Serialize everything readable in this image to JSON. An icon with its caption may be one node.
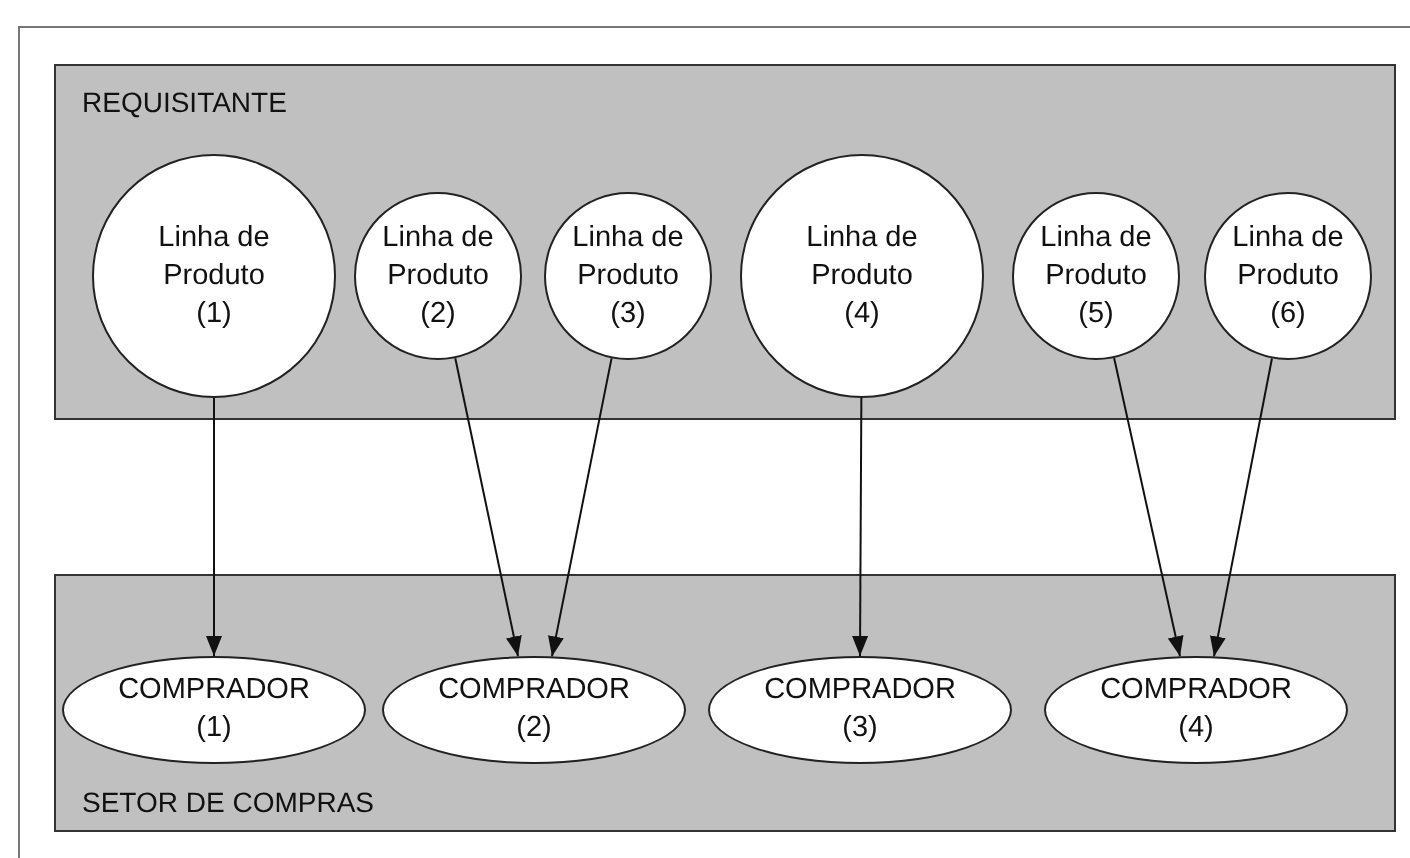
{
  "diagram": {
    "nodes": [
      {
        "text": [
          "REQUISITANTE"
        ]
      },
      {
        "text": [
          "Linha de Produto (1)"
        ],
        "in": 0
      },
      {
        "text": [
          "Linha de Produto (2)"
        ],
        "in": 0
      },
      {
        "text": [
          "Linha de Produto (3)"
        ],
        "in": 0
      },
      {
        "text": [
          "Linha de Produto (4)"
        ],
        "in": 0
      },
      {
        "text": [
          "Linha de Produto (5)"
        ],
        "in": 0
      },
      {
        "text": [
          "Linha de Produto (6)"
        ],
        "in": 0
      },
      {
        "text": [
          "SETOR DE COMPRAS"
        ]
      },
      {
        "text": [
          "COMPRADOR (1)"
        ],
        "in": 7
      },
      {
        "text": [
          "COMPRADOR (2)"
        ],
        "in": 7
      },
      {
        "text": [
          "COMPRADOR (3)"
        ],
        "in": 7
      },
      {
        "text": [
          "COMPRADOR (4)"
        ],
        "in": 7
      }
    ],
    "edges": [
      {
        "from": 1,
        "to": 8,
        "arrow": "to"
      },
      {
        "from": 2,
        "to": 9,
        "arrow": "to"
      },
      {
        "from": 3,
        "to": 9,
        "arrow": "to"
      },
      {
        "from": 4,
        "to": 10,
        "arrow": "to"
      },
      {
        "from": 5,
        "to": 11,
        "arrow": "to"
      },
      {
        "from": 6,
        "to": 11,
        "arrow": "to"
      }
    ]
  }
}
